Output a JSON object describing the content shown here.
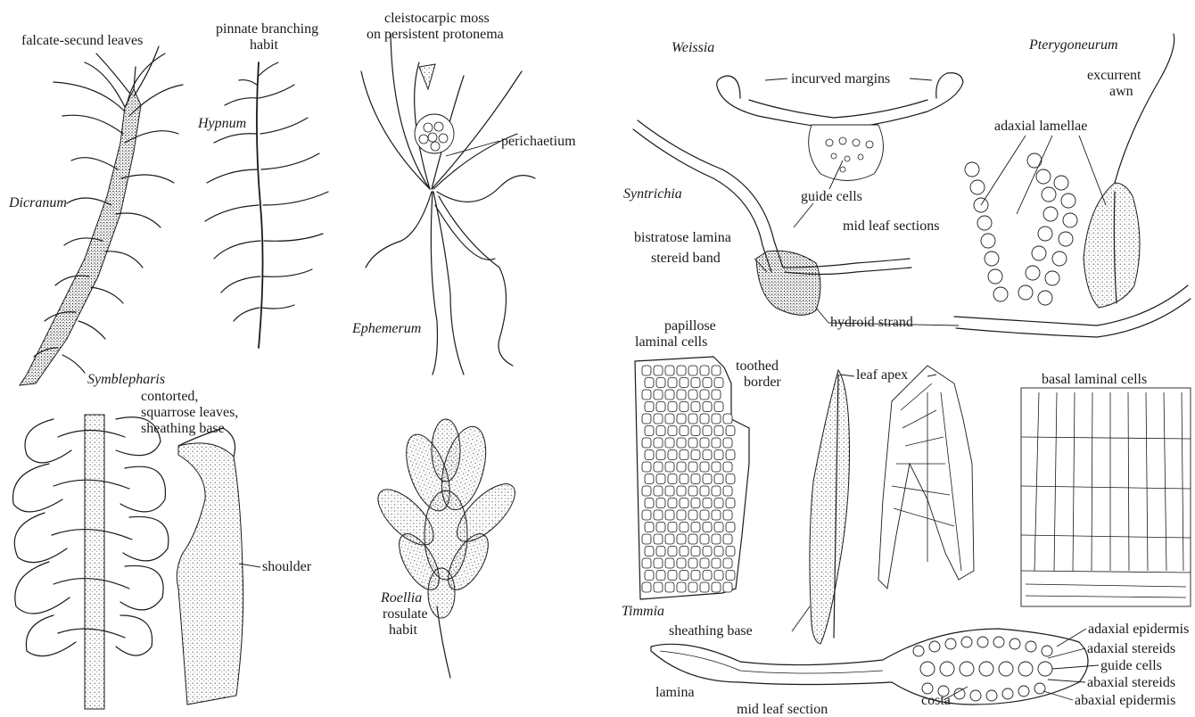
{
  "left_panel": {
    "dicranum": {
      "name": "Dicranum",
      "label": "falcate-secund leaves"
    },
    "hypnum": {
      "name": "Hypnum",
      "label_line1": "pinnate branching",
      "label_line2": "habit"
    },
    "ephemerum": {
      "name": "Ephemerum",
      "label_line1": "cleistocarpic moss",
      "label_line2": "on persistent protonema",
      "perichaetium": "perichaetium"
    },
    "symblepharis": {
      "name": "Symblepharis",
      "label_line1": "contorted,",
      "label_line2": "squarrose leaves,",
      "label_line3": "sheathing base",
      "shoulder": "shoulder"
    },
    "roellia": {
      "name": "Roellia",
      "label_line1": "rosulate",
      "label_line2": "habit"
    }
  },
  "right_panel": {
    "weissia": {
      "name": "Weissia",
      "incurved_margins": "incurved margins",
      "guide_cells": "guide cells",
      "mid_leaf_sections": "mid leaf sections"
    },
    "syntrichia": {
      "name": "Syntrichia",
      "bistratose_lamina": "bistratose lamina",
      "stereid_band": "stereid band",
      "hydroid_strand": "hydroid strand"
    },
    "pterygoneurum": {
      "name": "Pterygoneurum",
      "excurrent_line1": "excurrent",
      "excurrent_line2": "awn",
      "adaxial_lamellae": "adaxial lamellae"
    },
    "cells": {
      "papillose_line1": "papillose",
      "papillose_line2": "laminal cells",
      "toothed_line1": "toothed",
      "toothed_line2": "border",
      "leaf_apex": "leaf apex",
      "basal_laminal_cells": "basal laminal cells"
    },
    "timmia": {
      "name": "Timmia",
      "sheathing_base": "sheathing base",
      "lamina": "lamina",
      "mid_leaf_section": "mid leaf section",
      "costa": "costa",
      "adaxial_epidermis": "adaxial epidermis",
      "adaxial_stereids": "adaxial stereids",
      "guide_cells": "guide cells",
      "abaxial_stereids": "abaxial stereids",
      "abaxial_epidermis": "abaxial epidermis"
    }
  }
}
